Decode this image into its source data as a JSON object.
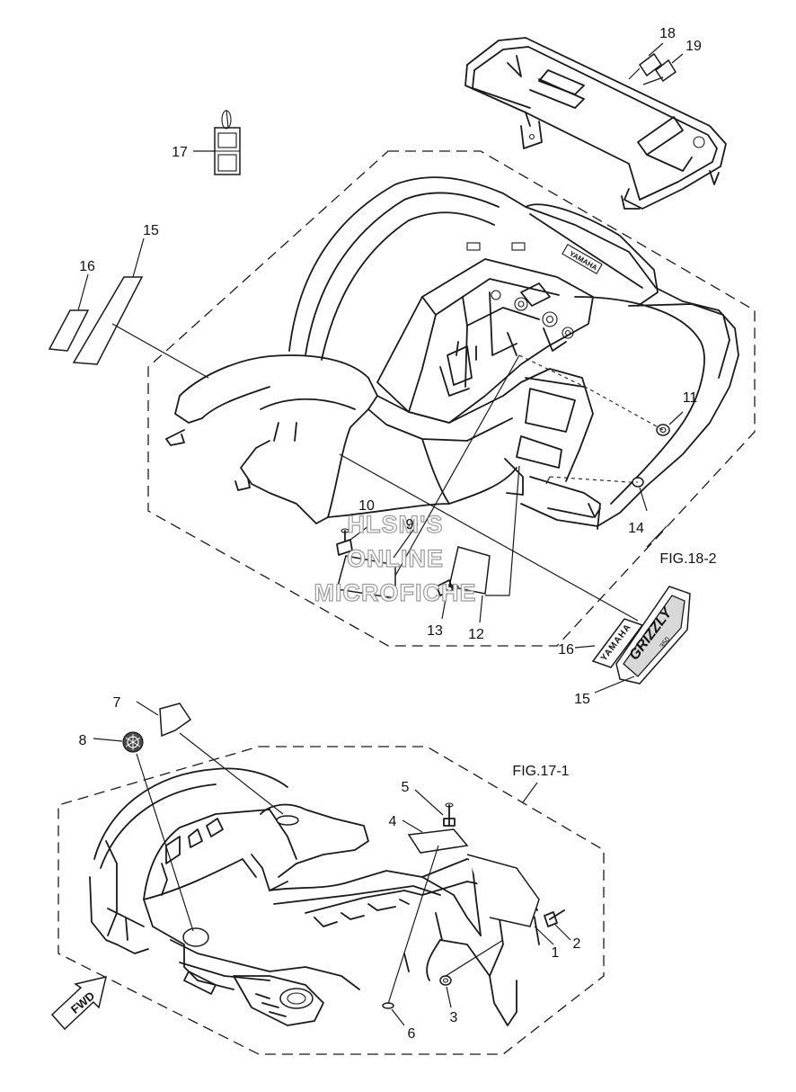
{
  "callouts": {
    "c1": "1",
    "c2": "2",
    "c3": "3",
    "c4": "4",
    "c5": "5",
    "c6": "6",
    "c7": "7",
    "c8": "8",
    "c9": "9",
    "c10": "10",
    "c11": "11",
    "c12": "12",
    "c13": "13",
    "c14": "14",
    "c15a": "15",
    "c15b": "15",
    "c16a": "16",
    "c16b": "16",
    "c17": "17",
    "c18": "18",
    "c19": "19"
  },
  "figure_refs": {
    "rear": "FIG.18-2",
    "front": "FIG.17-1"
  },
  "watermark": {
    "line1": "HLSM'S",
    "line2": "ONLINE",
    "line3": "MICROFICHE"
  },
  "decals": {
    "yamaha": "YAMAHA",
    "grizzly": "GRIZZLY",
    "grizzly_sub": "350",
    "fender_brand": "YAMAHA"
  },
  "fwd_arrow": "FWD",
  "icons": {
    "fwd": "fwd-arrow-icon",
    "emblem": "tuning-fork-emblem-icon"
  }
}
